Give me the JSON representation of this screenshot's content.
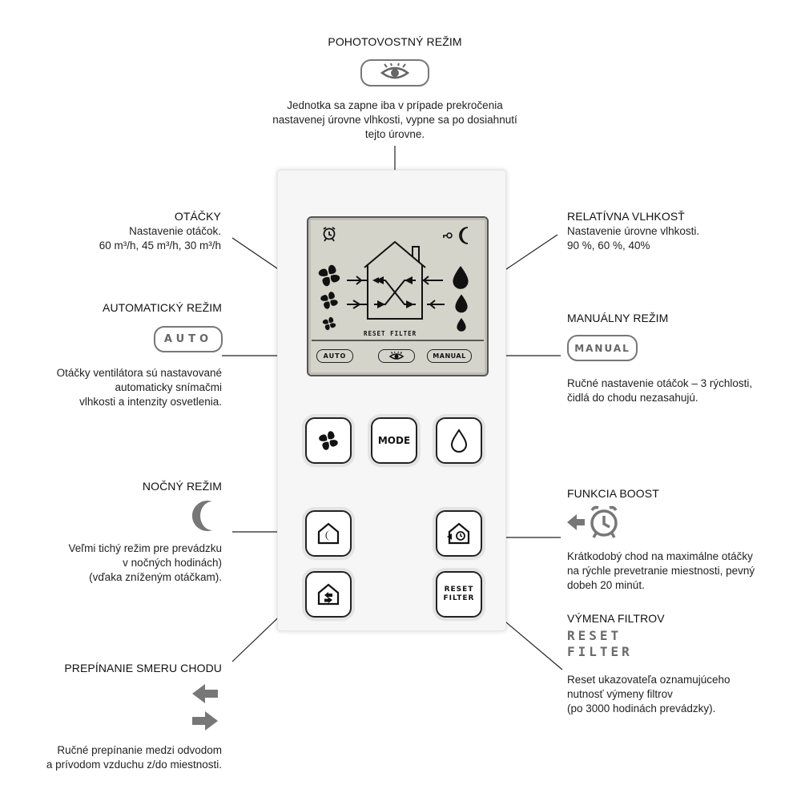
{
  "standby": {
    "title": "POHOTOVOSTNÝ REŽIM",
    "desc_lines": [
      "Jednotka sa zapne iba v prípade prekročenia",
      "nastavenej úrovne vlhkosti, vypne sa po dosiahnutí",
      "tejto úrovne."
    ]
  },
  "speed": {
    "title": "OTÁČKY",
    "desc_lines": [
      "Nastavenie otáčok.",
      "60 m³/h, 45 m³/h, 30 m³/h"
    ]
  },
  "auto_mode": {
    "title": "AUTOMATICKÝ REŽIM",
    "badge": "AUTO",
    "desc_lines": [
      "Otáčky ventilátora sú nastavované",
      "automaticky snímačmi",
      "vlhkosti a intenzity osvetlenia."
    ]
  },
  "night_mode": {
    "title": "NOČNÝ REŽIM",
    "desc_lines": [
      "Veľmi tichý režim pre prevádzku",
      "v nočných hodinách)",
      "(vďaka zníženým otáčkam)."
    ]
  },
  "direction": {
    "title": "PREPÍNANIE SMERU CHODU",
    "desc_lines": [
      "Ručné prepínanie medzi odvodom",
      "a prívodom vzduchu z/do miestnosti."
    ]
  },
  "humidity": {
    "title": "RELATÍVNA VLHKOSŤ",
    "desc_lines": [
      "Nastavenie úrovne vlhkosti.",
      "90 %, 60 %, 40%"
    ]
  },
  "manual_mode": {
    "title": "MANUÁLNY REŽIM",
    "badge": "MANUAL",
    "desc_lines": [
      "Ručné nastavenie otáčok – 3 rýchlosti,",
      "čidlá do chodu nezasahujú."
    ]
  },
  "boost": {
    "title": "FUNKCIA BOOST",
    "desc_lines": [
      "Krátkodobý chod na maximálne otáčky",
      "na rýchle prevetranie miestnosti, pevný",
      "dobeh 20 minút."
    ]
  },
  "filter": {
    "title": "VÝMENA FILTROV",
    "label_lines": [
      "RESET",
      "FILTER"
    ],
    "desc_lines": [
      "Reset ukazovateľa oznamujúceho",
      "nutnosť výmeny filtrov",
      "(po 3000 hodinách prevádzky)."
    ]
  },
  "lcd": {
    "reset_filter_text": "RESET FILTER",
    "auto_label": "AUTO",
    "manual_label": "MANUAL"
  },
  "buttons": {
    "mode_label": "MODE",
    "reset_filter_lines": [
      "RESET",
      "FILTER"
    ]
  },
  "colors": {
    "lcd_background": "#d4d4cb",
    "badge_gray": "#777777",
    "line": "#222222"
  }
}
